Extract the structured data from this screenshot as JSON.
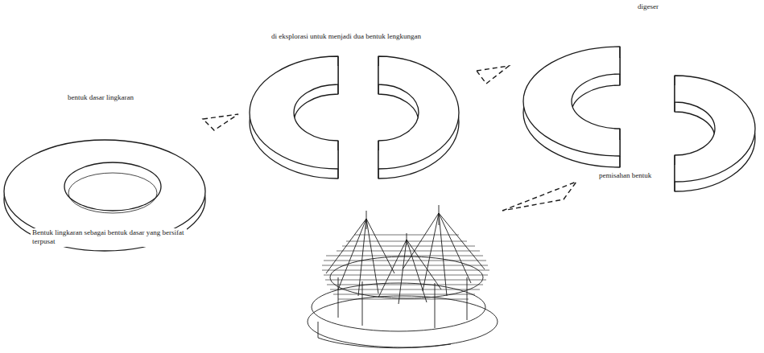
{
  "diagram": {
    "labels": [
      "digeser",
      "di eksplorasi untuk menjadi dua bentuk lengkungan",
      "bentuk dasar lingkaran",
      "pemisahan bentuk",
      "Bentuk lingkaran sebagai bentuk dasar yang bersifat terpusat"
    ]
  }
}
